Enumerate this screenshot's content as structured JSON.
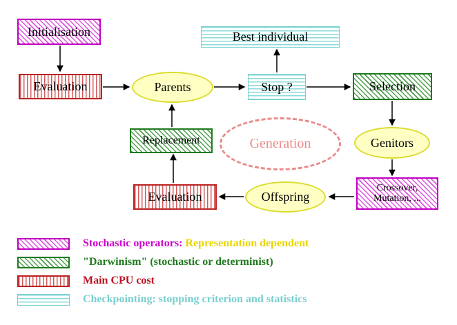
{
  "nodes": {
    "initialisation": "Initialisation",
    "evaluation_top": "Evaluation",
    "parents": "Parents",
    "best_individual": "Best individual",
    "stop": "Stop ?",
    "selection": "Selection",
    "replacement": "Replacement",
    "generation": "Generation",
    "genitors": "Genitors",
    "crossover_line1": "Crossover,",
    "crossover_line2": "Mutation, ...",
    "offspring": "Offspring",
    "evaluation_bottom": "Evaluation"
  },
  "legend": {
    "stochastic_label": "Stochastic operators:",
    "stochastic_extra": "Representation dependent",
    "darwinism": "\"Darwinism\" (stochastic or determinist)",
    "cpu": "Main CPU cost",
    "checkpointing": "Checkpointing: stopping criterion and statistics"
  },
  "colors": {
    "magenta": "#c000c0",
    "green": "#1f7a1f",
    "red": "#bb2222",
    "cyan": "#79cfcf",
    "yellow_fill": "#ffffc4",
    "yellow_border": "#dcdc30",
    "generation_pink": "#e98b8b",
    "legend_yellow": "#e8d500"
  }
}
